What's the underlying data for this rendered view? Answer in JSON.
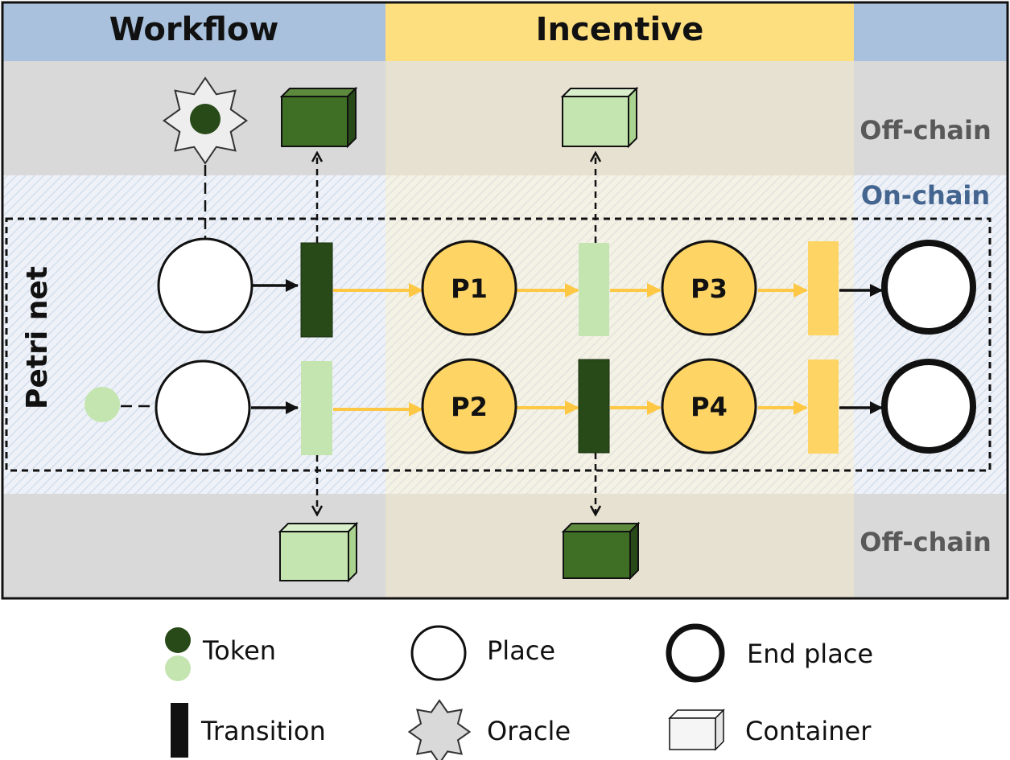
{
  "header": {
    "workflow": "Workflow",
    "incentive": "Incentive"
  },
  "zones": {
    "off_chain_top": "Off-chain",
    "on_chain": "On-chain",
    "off_chain_bottom": "Off-chain",
    "petri_net": "Petri net"
  },
  "places": {
    "p1": "P1",
    "p2": "P2",
    "p3": "P3",
    "p4": "P4"
  },
  "legend": {
    "token": "Token",
    "place": "Place",
    "end_place": "End place",
    "transition": "Transition",
    "oracle": "Oracle",
    "container": "Container"
  },
  "colors": {
    "header_blue": "#a9c1dc",
    "header_yellow": "#fedf80",
    "off_chain_bg": "#d9d9d9",
    "on_chain_bg": "#eef2f8",
    "place_yellow": "#fed565",
    "arrow_yellow": "#fec844",
    "dark_green": "#284a18",
    "mid_green": "#3f6f24",
    "light_green": "#c4e4b0",
    "off_chain_text": "#595959",
    "on_chain_text": "#44658f"
  }
}
